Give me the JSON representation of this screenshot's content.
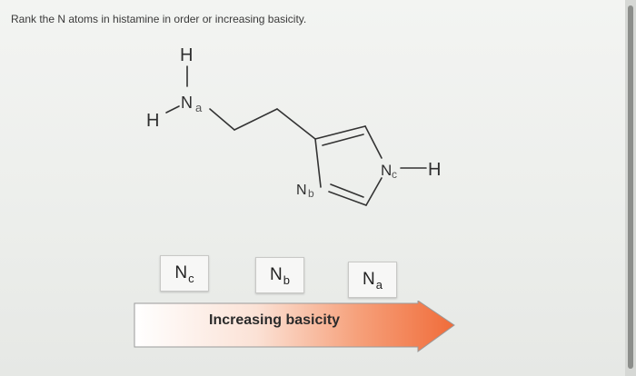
{
  "question": {
    "text": "Rank the N atoms in histamine in order or increasing basicity."
  },
  "molecule": {
    "atoms": {
      "h_top": "H",
      "h_left": "H",
      "n_a": "N",
      "n_a_sub": "a",
      "n_b": "N",
      "n_b_sub": "b",
      "n_c": "N",
      "n_c_sub": "c",
      "h_right": "H"
    }
  },
  "cards": [
    {
      "symbol": "N",
      "subscript": "c"
    },
    {
      "symbol": "N",
      "subscript": "b"
    },
    {
      "symbol": "N",
      "subscript": "a"
    }
  ],
  "arrow": {
    "label": "Increasing basicity",
    "fill": "#f06c3a",
    "outline": "#9a9a9a"
  }
}
